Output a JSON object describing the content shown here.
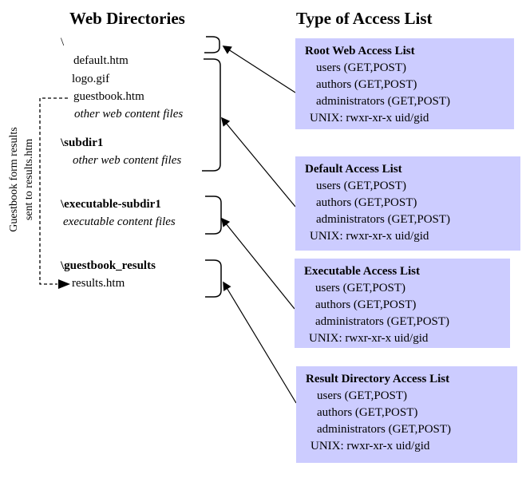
{
  "headers": {
    "left": "Web Directories",
    "right": "Type of Access List"
  },
  "tree_items": [
    {
      "label": "\\",
      "style": "plain"
    },
    {
      "label": "default.htm",
      "style": "plain"
    },
    {
      "label": "logo.gif",
      "style": "plain"
    },
    {
      "label": "guestbook.htm",
      "style": "plain"
    },
    {
      "label": "other web content files",
      "style": "italic"
    },
    {
      "label": "\\subdir1",
      "style": "bold"
    },
    {
      "label": "other web content files",
      "style": "italic"
    },
    {
      "label": "\\executable-subdir1",
      "style": "bold"
    },
    {
      "label": "executable content files",
      "style": "italic"
    },
    {
      "label": "\\guestbook_results",
      "style": "bold"
    },
    {
      "label": "results.htm",
      "style": "plain"
    }
  ],
  "note": {
    "line1": "Guestbook form results",
    "line2": "sent to results.htm"
  },
  "access_lists": [
    {
      "title": "Root Web Access List",
      "entries": [
        "users (GET,POST)",
        "authors (GET,POST)",
        "administrators (GET,POST)",
        "UNIX: rwxr-xr-x uid/gid"
      ]
    },
    {
      "title": "Default Access List",
      "entries": [
        "users (GET,POST)",
        "authors (GET,POST)",
        "administrators (GET,POST)",
        "UNIX: rwxr-xr-x uid/gid"
      ]
    },
    {
      "title": "Executable Access List",
      "entries": [
        "users (GET,POST)",
        "authors (GET,POST)",
        "administrators (GET,POST)",
        "UNIX: rwxr-xr-x uid/gid"
      ]
    },
    {
      "title": "Result Directory Access List",
      "entries": [
        "users (GET,POST)",
        "authors (GET,POST)",
        "administrators (GET,POST)",
        "UNIX: rwxr-xr-x uid/gid"
      ]
    }
  ],
  "colors": {
    "box_bg": "#ccccff",
    "line": "#000000"
  }
}
